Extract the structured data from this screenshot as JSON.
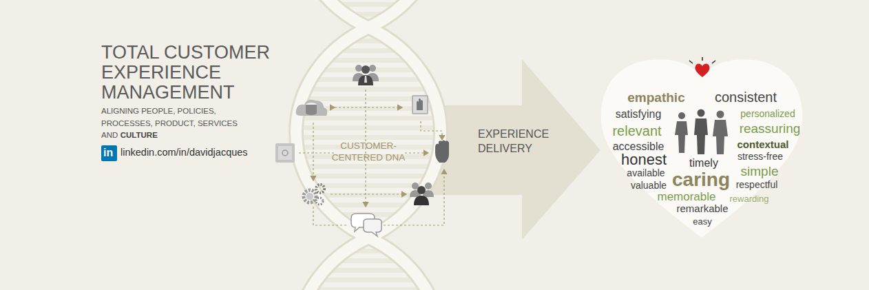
{
  "diagram": {
    "title": "TOTAL CUSTOMER EXPERIENCE MANAGEMENT",
    "nodes": [
      {
        "text": [
          "EXPERIENCE DELIVERY"
        ]
      },
      {
        "text": [
          "empathic",
          "consistent",
          "satisfying",
          "personalized",
          "relevant",
          "reassuring",
          "accessible",
          "contextual",
          "honest",
          "timely",
          "stress-free",
          "simple",
          "available",
          "caring",
          "valuable",
          "respectful",
          "memorable",
          "rewarding",
          "remarkable",
          "easy"
        ]
      }
    ],
    "labels": [
      "ALIGNING PEOPLE, POLICIES, PROCESSES, PRODUCT, SERVICES AND",
      "CULTURE",
      "in",
      "linkedin.com/in/davidjacques",
      "CUSTOMER- CENTERED DNA"
    ]
  }
}
